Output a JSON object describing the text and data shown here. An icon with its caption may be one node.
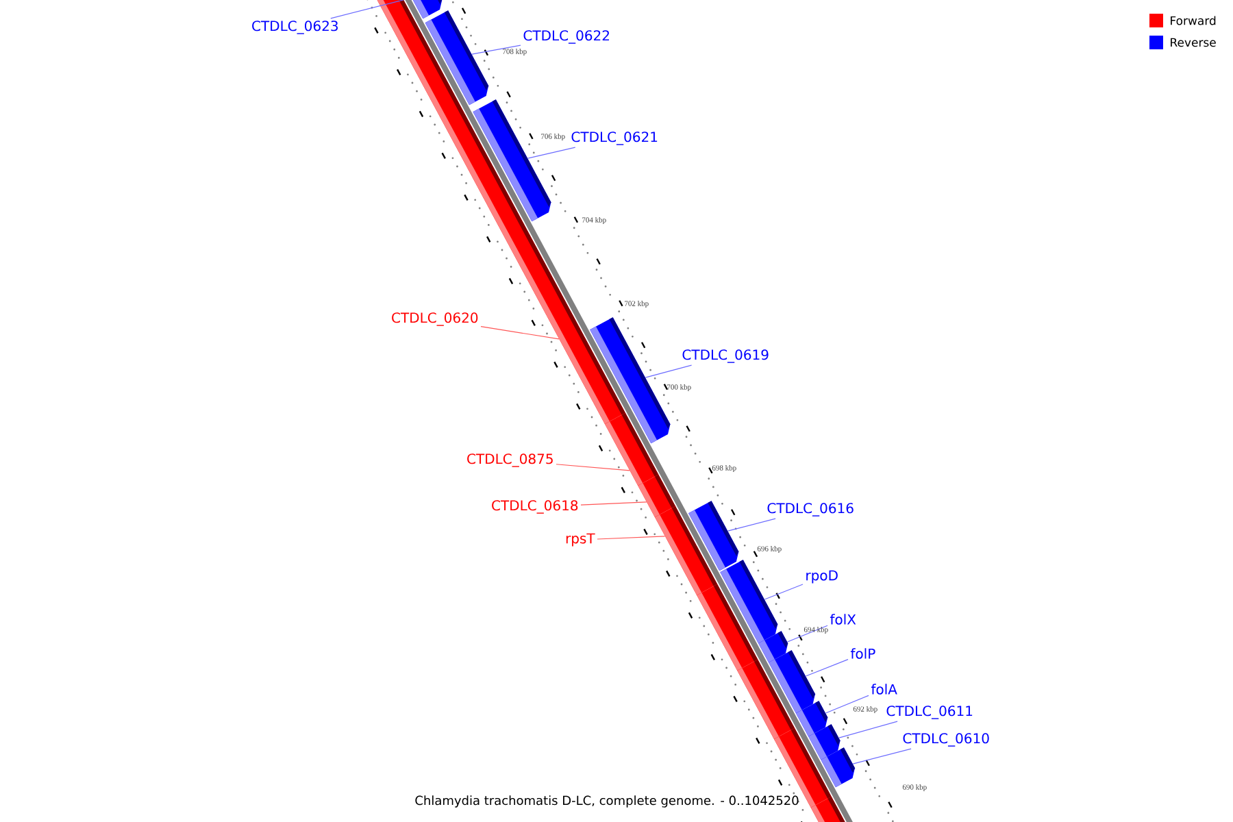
{
  "diagram": {
    "caption": "Chlamydia trachomatis D-LC, complete genome. - 0..1042520",
    "nodes": [
      {
        "text": [
          "CTDLC_0623"
        ]
      },
      {
        "text": [],
        "shape": "bar"
      },
      {
        "text": [
          "CTDLC_0622"
        ]
      },
      {
        "text": [],
        "shape": "bar"
      },
      {
        "text": [
          "CTDLC_0621"
        ]
      },
      {
        "text": [],
        "shape": "bar"
      },
      {
        "text": [
          "CTDLC_0620"
        ]
      },
      {
        "text": [],
        "shape": "bar"
      },
      {
        "text": [
          "CTDLC_0619"
        ]
      },
      {
        "text": [],
        "shape": "bar"
      },
      {
        "text": [
          "CTDLC_0875"
        ]
      },
      {
        "text": [],
        "shape": "bar"
      },
      {
        "text": [
          "CTDLC_0616"
        ]
      },
      {
        "text": [],
        "shape": "bar"
      },
      {
        "text": [
          "CTDLC_0618"
        ]
      },
      {
        "text": [],
        "shape": "bar"
      },
      {
        "text": [
          "rpsT"
        ]
      },
      {
        "text": [],
        "shape": "bar"
      },
      {
        "text": [
          "rpoD"
        ]
      },
      {
        "text": [],
        "shape": "bar"
      },
      {
        "text": [
          "folX"
        ]
      },
      {
        "text": [],
        "shape": "bar"
      },
      {
        "text": [
          "folP"
        ]
      },
      {
        "text": [],
        "shape": "bar"
      },
      {
        "text": [
          "folA"
        ]
      },
      {
        "text": [],
        "shape": "bar"
      },
      {
        "text": [
          "CTDLC_0611"
        ]
      },
      {
        "text": [],
        "shape": "bar"
      },
      {
        "text": [
          "CTDLC_0610"
        ]
      },
      {
        "text": [],
        "shape": "bar"
      },
      {
        "text": [],
        "shape": "bar"
      },
      {
        "text": [],
        "shape": "bar"
      },
      {
        "text": [],
        "shape": "bar"
      },
      {
        "text": [],
        "shape": "bar"
      }
    ],
    "edges": [
      {
        "from": 0,
        "to": 1,
        "arrow": "none"
      },
      {
        "from": 2,
        "to": 3,
        "arrow": "none"
      },
      {
        "from": 4,
        "to": 5,
        "arrow": "none"
      },
      {
        "from": 6,
        "to": 7,
        "arrow": "none",
        "color": "#ff5555"
      },
      {
        "from": 8,
        "to": 9,
        "arrow": "none"
      },
      {
        "from": 10,
        "to": 11,
        "arrow": "none",
        "color": "#ff5555"
      },
      {
        "from": 12,
        "to": 13,
        "arrow": "none"
      },
      {
        "from": 14,
        "to": 15,
        "arrow": "none",
        "color": "#ff5555"
      },
      {
        "from": 16,
        "to": 17,
        "arrow": "none",
        "color": "#ff5555"
      },
      {
        "from": 18,
        "to": 19,
        "arrow": "none"
      },
      {
        "from": 20,
        "to": 21,
        "arrow": "none"
      },
      {
        "from": 22,
        "to": 23,
        "arrow": "none"
      },
      {
        "from": 24,
        "to": 25,
        "arrow": "none"
      },
      {
        "from": 26,
        "to": 27,
        "arrow": "none"
      },
      {
        "from": 28,
        "to": 29,
        "arrow": "none"
      }
    ],
    "labels": [
      "708 kbp",
      "706 kbp",
      "704 kbp",
      "702 kbp",
      "700 kbp",
      "698 kbp",
      "696 kbp",
      "694 kbp",
      "692 kbp",
      "690 kbp"
    ],
    "legend": [
      {
        "text": "Forward",
        "color": "#ff0000"
      },
      {
        "text": "Reverse",
        "color": "#0000ff"
      }
    ]
  }
}
